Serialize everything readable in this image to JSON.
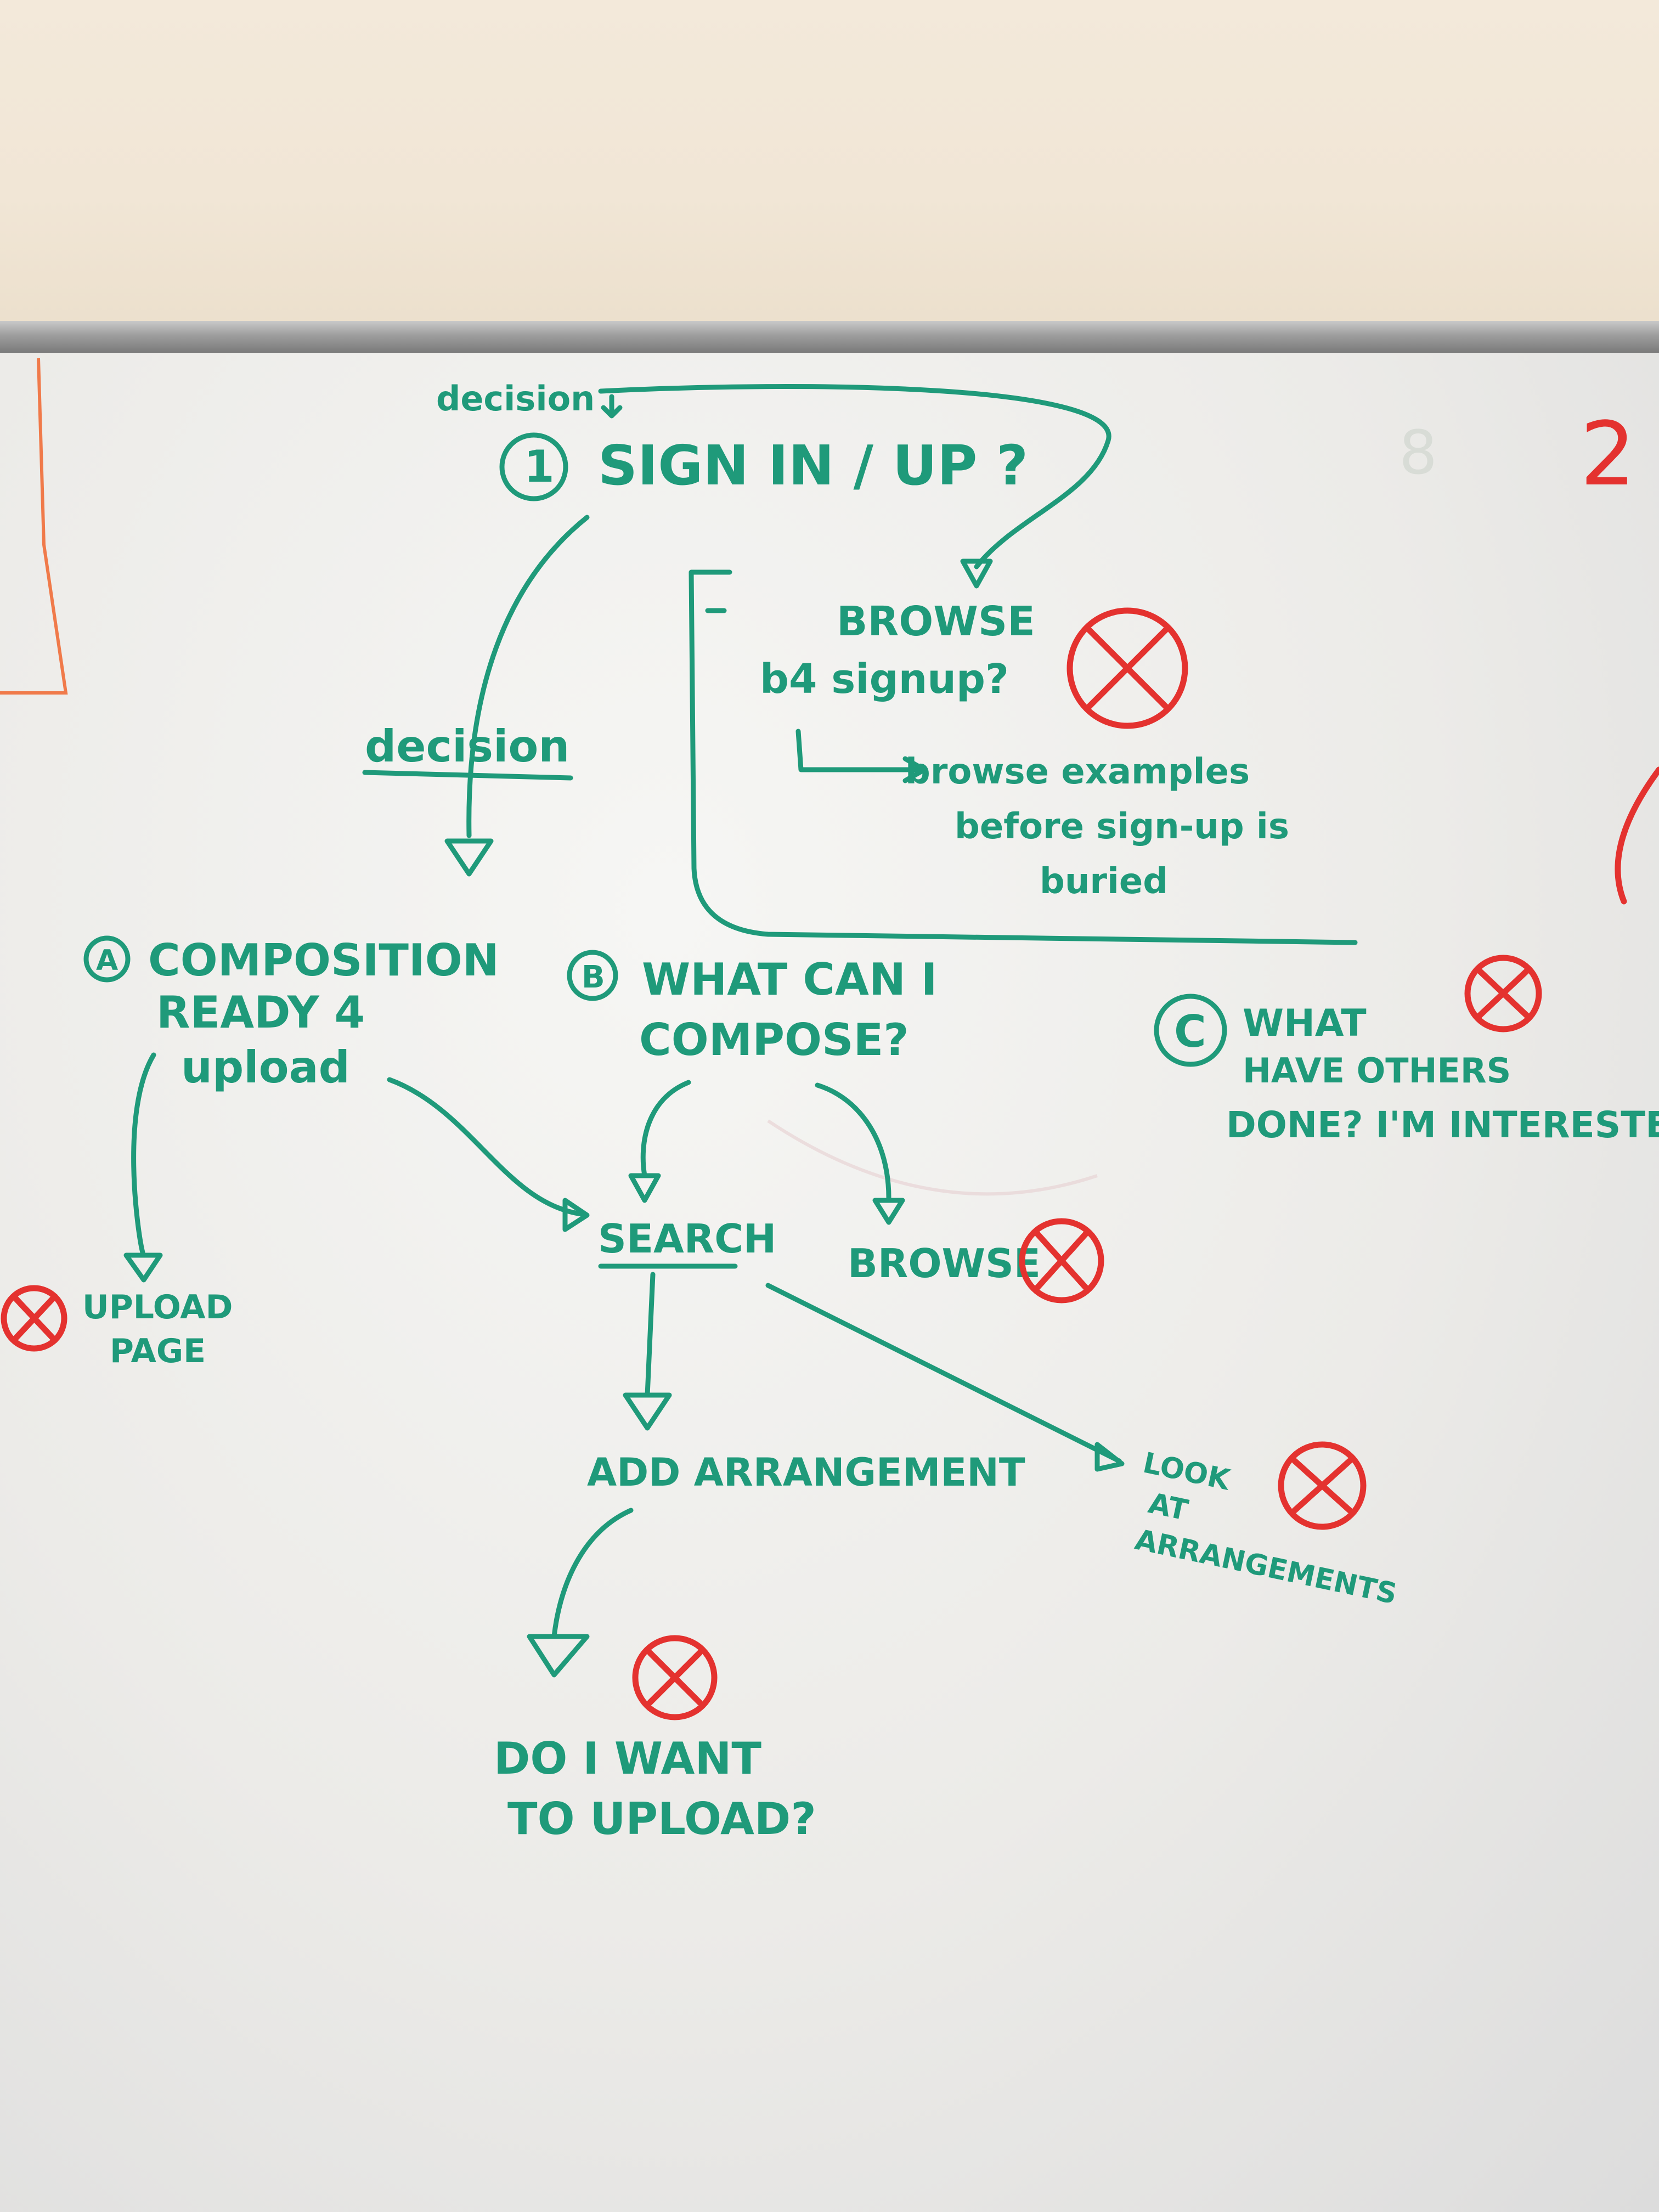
{
  "colors": {
    "green_marker": "#1f9a7a",
    "red_marker": "#e4322f",
    "wall": "#f3e9da",
    "board": "#f2f2f0"
  },
  "notes": {
    "decision_top": "decision",
    "step1_number": "1",
    "sign_in_up": "SIGN IN / UP ?",
    "browse_line1": "BROWSE",
    "browse_line2": "b4 signup?",
    "browse_examples_line1": "browse examples",
    "browse_examples_line2": "before sign-up is",
    "browse_examples_line3": "buried",
    "decision_mid": "decision",
    "a_label": "A",
    "a_line1": "COMPOSITION",
    "a_line2": "READY 4",
    "a_line3": "upload",
    "b_label": "B",
    "b_line1": "WHAT CAN I",
    "b_line2": "COMPOSE?",
    "c_label": "C",
    "c_line1": "WHAT",
    "c_line2": "HAVE OTHERS",
    "c_line3": "DONE? I'M INTERESTED",
    "search": "SEARCH",
    "browse_bottom": "BROWSE",
    "upload_line1": "UPLOAD",
    "upload_line2": "PAGE",
    "add_arrangement": "ADD ARRANGEMENT",
    "look_line1": "LOOK",
    "look_line2": "AT",
    "look_line3": "ARRANGEMENTS",
    "do_line1": "DO I WANT",
    "do_line2": "TO UPLOAD?",
    "red_number": "2"
  }
}
